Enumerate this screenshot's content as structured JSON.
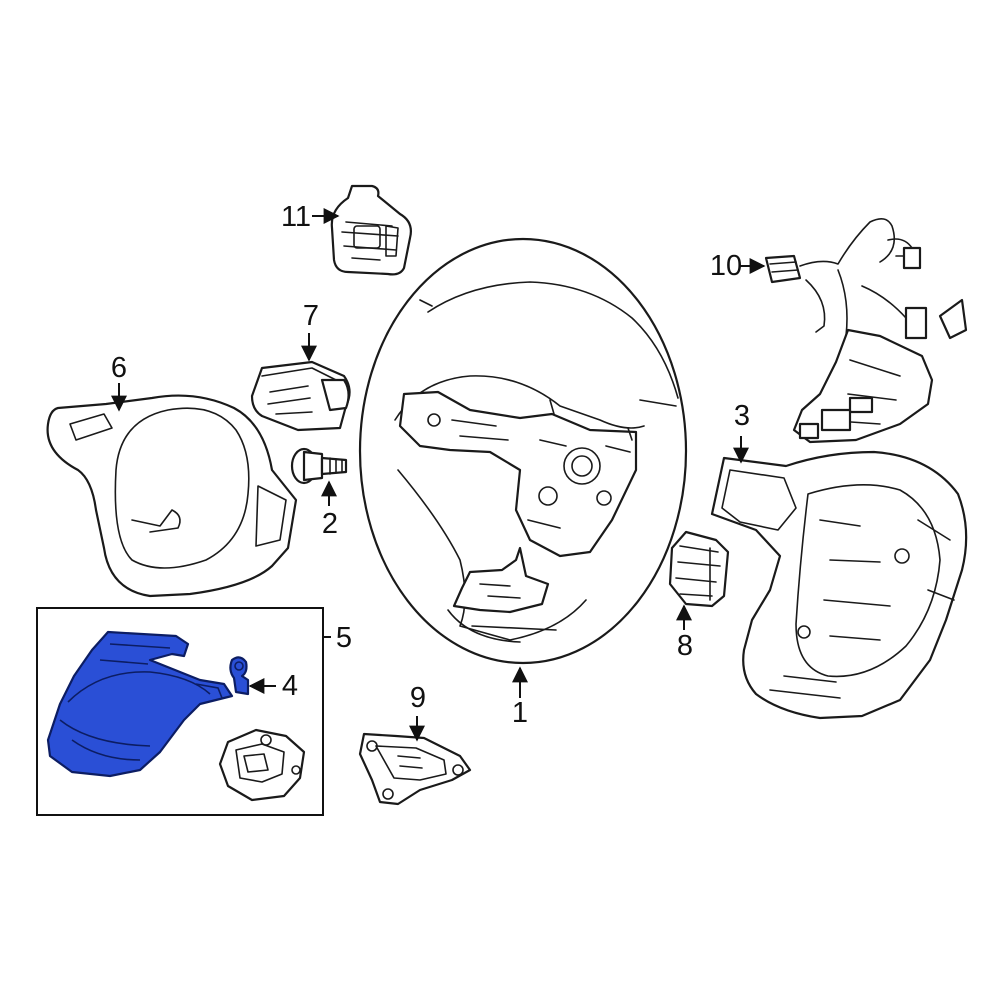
{
  "callouts": {
    "c1": "1",
    "c2": "2",
    "c3": "3",
    "c4": "4",
    "c5": "5",
    "c6": "6",
    "c7": "7",
    "c8": "8",
    "c9": "9",
    "c10": "10",
    "c11": "11"
  },
  "colors": {
    "highlight": "#2a4fd6",
    "line": "#1a1a1a",
    "background": "#ffffff"
  },
  "highlighted_callouts": [
    "4",
    "5"
  ]
}
